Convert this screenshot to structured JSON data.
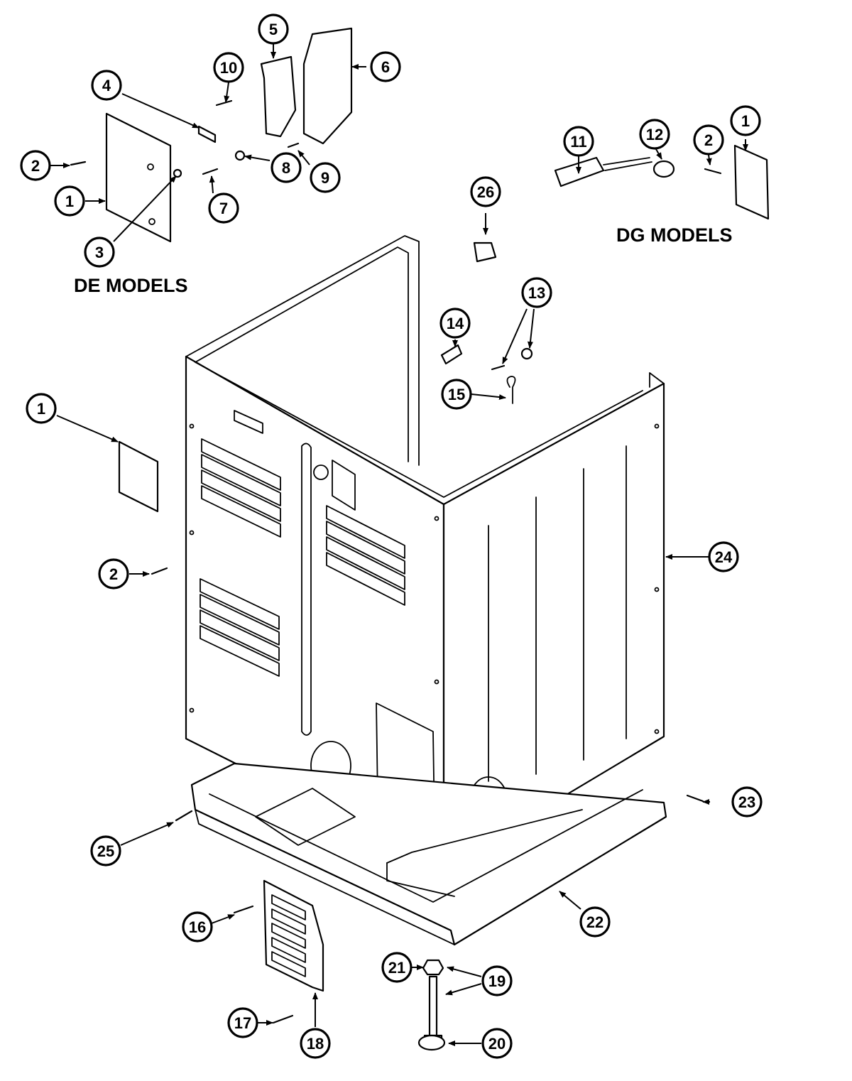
{
  "labels": {
    "de_models": "DE MODELS",
    "dg_models": "DG MODELS"
  },
  "callouts": [
    "1",
    "2",
    "3",
    "4",
    "5",
    "6",
    "7",
    "8",
    "9",
    "10",
    "11",
    "12",
    "13",
    "14",
    "15",
    "16",
    "17",
    "18",
    "19",
    "20",
    "21",
    "22",
    "23",
    "24",
    "25",
    "26"
  ]
}
